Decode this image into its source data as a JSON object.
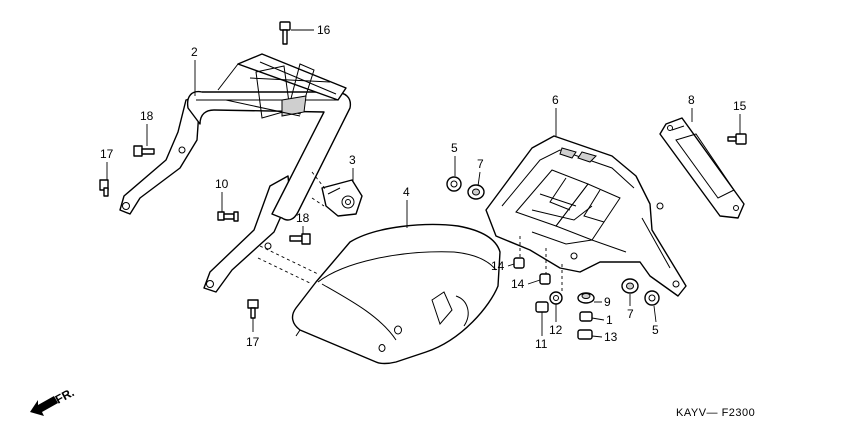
{
  "diagram": {
    "callouts": {
      "n1": "1",
      "n2": "2",
      "n3": "3",
      "n4": "4",
      "n5a": "5",
      "n5b": "5",
      "n6": "6",
      "n7a": "7",
      "n7b": "7",
      "n8": "8",
      "n9": "9",
      "n10": "10",
      "n11": "11",
      "n12": "12",
      "n13": "13",
      "n14a": "14",
      "n14b": "14",
      "n15": "15",
      "n16": "16",
      "n17a": "17",
      "n17b": "17",
      "n18a": "18",
      "n18b": "18"
    },
    "front_marker": "FR.",
    "diagram_code": "KAYV— F2300"
  }
}
